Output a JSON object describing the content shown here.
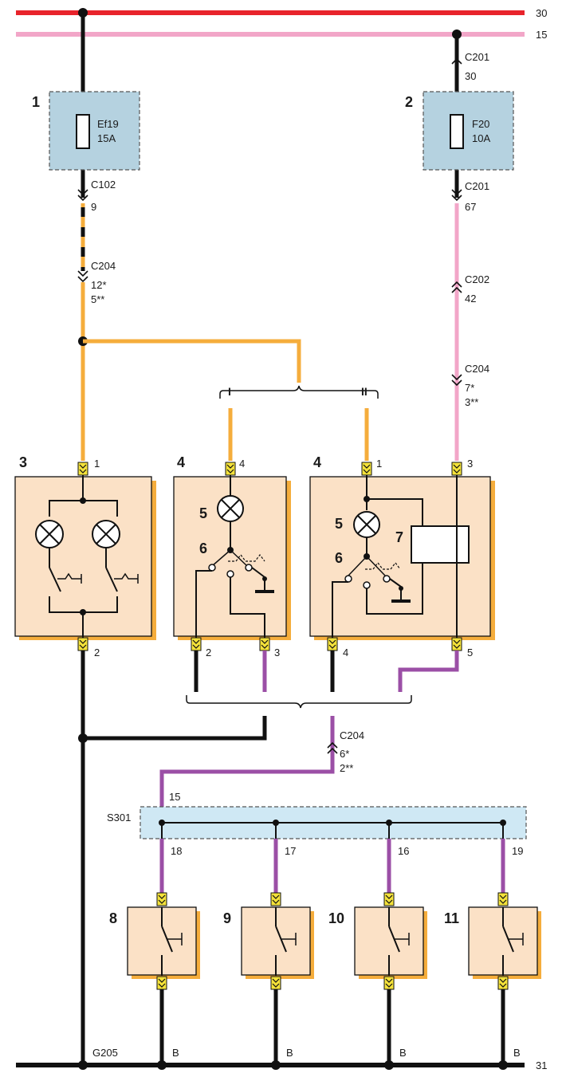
{
  "rails": {
    "r30": "30",
    "r15": "15",
    "r31": "31"
  },
  "fuse1": {
    "num": "1",
    "name": "Ef19",
    "rating": "15A"
  },
  "fuse2": {
    "num": "2",
    "name": "F20",
    "rating": "10A"
  },
  "connectors": {
    "c201_top": "C201",
    "c201_top_pin": "30",
    "c201_bot": "C201",
    "c201_bot_pin": "67",
    "c102": "C102",
    "c102_pin": "9",
    "c204_a": "C204",
    "c204_a_pin1": "12*",
    "c204_a_pin2": "5**",
    "c202": "C202",
    "c202_pin": "42",
    "c204_b": "C204",
    "c204_b_pin1": "7*",
    "c204_b_pin2": "3**",
    "c204_c": "C204",
    "c204_c_pin1": "6*",
    "c204_c_pin2": "2**"
  },
  "variants": {
    "v1": "I",
    "v2": "II"
  },
  "comp3": {
    "num": "3",
    "pin_top": "1",
    "pin_bot": "2"
  },
  "comp4a": {
    "num": "4",
    "pin_top": "4",
    "pin_bl": "2",
    "pin_br": "3",
    "lamp_num": "5",
    "switch_num": "6"
  },
  "comp4b": {
    "num": "4",
    "pin_top1": "1",
    "pin_top2": "3",
    "pin_bl": "4",
    "pin_br": "5",
    "lamp_num": "5",
    "switch_num": "6",
    "relay_num": "7"
  },
  "splice": {
    "name": "S301",
    "pin_in": "15",
    "pins_out": [
      "18",
      "17",
      "16",
      "19"
    ]
  },
  "switches": [
    {
      "num": "8",
      "ground": "B"
    },
    {
      "num": "9",
      "ground": "B"
    },
    {
      "num": "10",
      "ground": "B"
    },
    {
      "num": "11",
      "ground": "B"
    }
  ],
  "ground": {
    "name": "G205"
  },
  "colors": {
    "red": "#e8232b",
    "pink": "#f2a6c8",
    "orange": "#f5ad3c",
    "violet": "#9b4fa6",
    "black": "#111111",
    "component": "#fbe1c6",
    "fuse_box": "#b5d2e0"
  }
}
